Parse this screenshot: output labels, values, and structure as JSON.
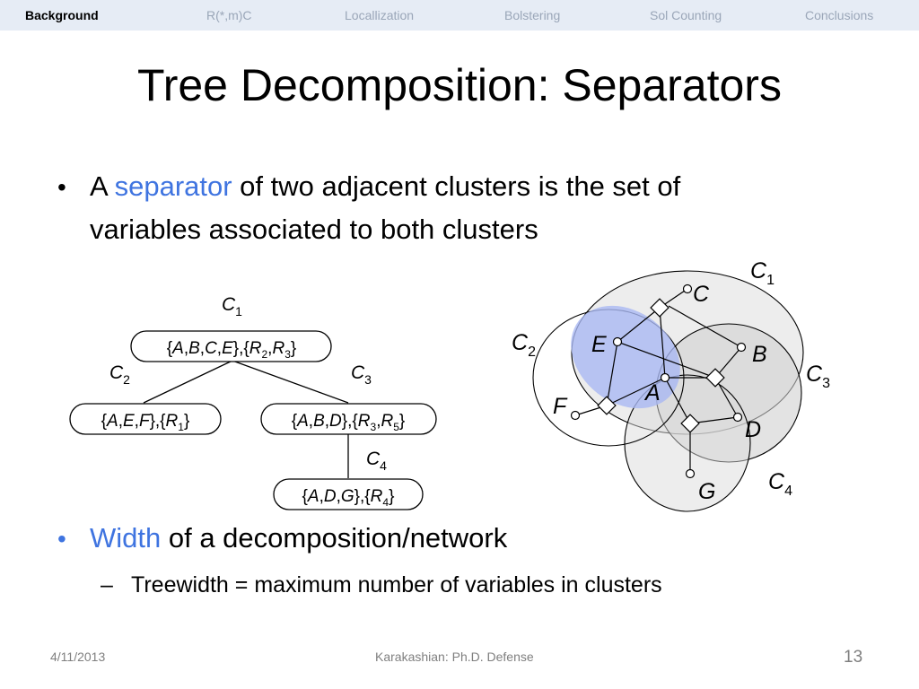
{
  "nav": {
    "items": [
      "Background",
      "R(*,m)C",
      "Locallization",
      "Bolstering",
      "Sol Counting",
      "Conclusions"
    ],
    "active_index": 0
  },
  "title": "Tree Decomposition: Separators",
  "bullets": [
    {
      "line1_prefix": "A ",
      "line1_term": "separator",
      "line1_suffix": " of two adjacent clusters is the set of",
      "line2": "variables associated to both clusters"
    },
    {
      "term": "Width",
      "suffix": " of a decomposition/network",
      "sub": {
        "dash": "–",
        "text": "Treewidth = maximum number of variables in clusters"
      }
    }
  ],
  "tree": {
    "labels": {
      "c1": "C",
      "c1_sub": "1",
      "c2": "C",
      "c2_sub": "2",
      "c3": "C",
      "c3_sub": "3",
      "c4": "C",
      "c4_sub": "4"
    },
    "nodes": {
      "n1": {
        "vars": [
          "A",
          "B",
          "C",
          "E"
        ],
        "rels": [
          [
            "R",
            "2"
          ],
          [
            "R",
            "3"
          ]
        ]
      },
      "n2": {
        "vars": [
          "A",
          "E",
          "F"
        ],
        "rels": [
          [
            "R",
            "1"
          ]
        ]
      },
      "n3": {
        "vars": [
          "A",
          "B",
          "D"
        ],
        "rels": [
          [
            "R",
            "3"
          ],
          [
            "R",
            "5"
          ]
        ]
      },
      "n4": {
        "vars": [
          "A",
          "D",
          "G"
        ],
        "rels": [
          [
            "R",
            "4"
          ]
        ]
      }
    }
  },
  "graph": {
    "variables": [
      "C",
      "E",
      "B",
      "A",
      "F",
      "D",
      "G"
    ],
    "clusters": [
      {
        "label": "C",
        "sub": "1"
      },
      {
        "label": "C",
        "sub": "2"
      },
      {
        "label": "C",
        "sub": "3"
      },
      {
        "label": "C",
        "sub": "4"
      }
    ],
    "colors": {
      "cluster_fill": "#e3e3e3",
      "separator_fill": "#a9b8f2",
      "accent": "#3f74e0"
    }
  },
  "footer": {
    "date": "4/11/2013",
    "center": "Karakashian: Ph.D. Defense",
    "page": "13"
  }
}
